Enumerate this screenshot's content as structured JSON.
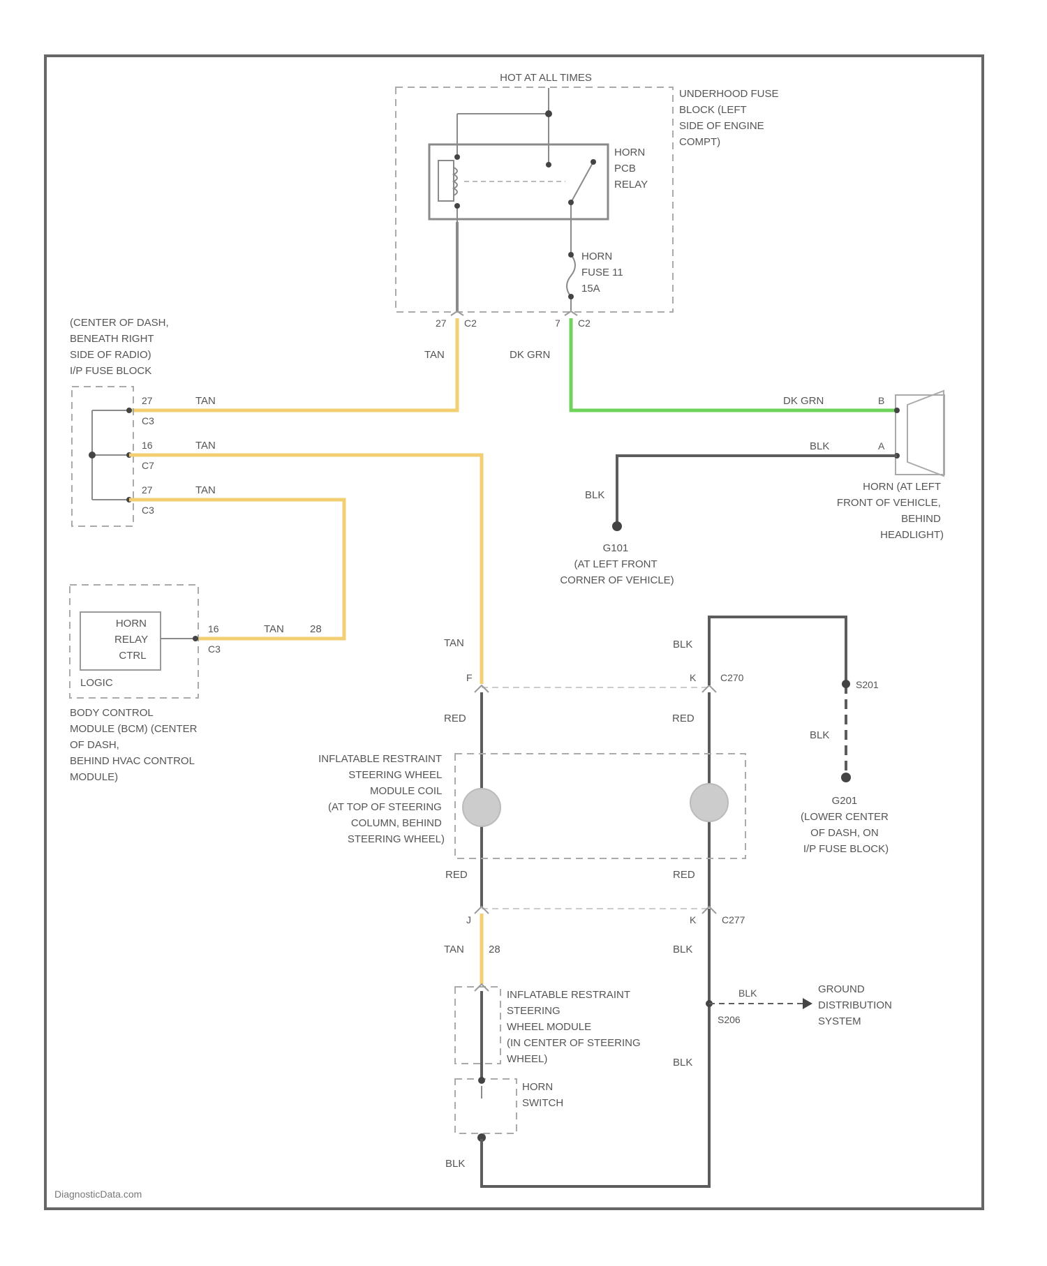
{
  "diagram": {
    "power_label": "HOT AT ALL TIMES",
    "underhood_fuse_block": [
      "UNDERHOOD FUSE",
      "BLOCK (LEFT",
      "SIDE OF ENGINE",
      "COMPT)"
    ],
    "horn_pcb_relay": [
      "HORN",
      "PCB",
      "RELAY"
    ],
    "horn_fuse": [
      "HORN",
      "FUSE 11",
      "15A"
    ],
    "ip_fuse_block": [
      "(CENTER OF DASH,",
      "BENEATH RIGHT",
      "SIDE OF RADIO)",
      "I/P FUSE BLOCK"
    ],
    "horn_relay_ctrl": [
      "HORN",
      "RELAY",
      "CTRL"
    ],
    "logic_label": "LOGIC",
    "bcm": [
      "BODY CONTROL",
      "MODULE (BCM) (CENTER",
      "OF DASH,",
      "BEHIND HVAC CONTROL",
      "MODULE)"
    ],
    "horn": [
      "HORN (AT LEFT",
      "FRONT OF VEHICLE,",
      "BEHIND",
      "HEADLIGHT)"
    ],
    "g101": [
      "G101",
      "(AT LEFT FRONT",
      "CORNER OF VEHICLE)"
    ],
    "coil": [
      "INFLATABLE RESTRAINT",
      "STEERING WHEEL",
      "MODULE COIL",
      "(AT TOP OF STEERING",
      "COLUMN, BEHIND",
      "STEERING WHEEL)"
    ],
    "g201": [
      "G201",
      "(LOWER CENTER",
      "OF DASH, ON",
      "I/P FUSE BLOCK)"
    ],
    "sw_module": [
      "INFLATABLE RESTRAINT",
      "STEERING",
      "WHEEL MODULE",
      "(IN CENTER OF STEERING",
      "WHEEL)"
    ],
    "horn_switch": [
      "HORN",
      "SWITCH"
    ],
    "ground_dist": [
      "GROUND",
      "DISTRIBUTION",
      "SYSTEM"
    ],
    "wire_colors": {
      "tan": "TAN",
      "dk_grn": "DK GRN",
      "blk": "BLK",
      "red": "RED",
      "tan_28": "28"
    },
    "connectors": {
      "c2_left_pin": "27",
      "c2_left": "C2",
      "c2_right_pin": "7",
      "c2_right": "C2",
      "ip_pin1": "27",
      "ip_pin2": "16",
      "ip_pin3": "27",
      "ip_conn1": "C3",
      "ip_conn2": "C7",
      "ip_conn3": "C3",
      "bcm_pin": "16",
      "bcm_conn": "C3",
      "horn_pin_b": "B",
      "horn_pin_a": "A",
      "c270": "C270",
      "c270_pin_left": "F",
      "c270_pin_right": "K",
      "c277": "C277",
      "c277_pin_left": "J",
      "c277_pin_right": "K",
      "s201": "S201",
      "s206": "S206"
    },
    "footer": "DiagnosticData.com"
  },
  "colors": {
    "tan_wire": "#f2cf73",
    "dk_grn_wire": "#6fd35b",
    "blk_wire": "#5c5c5c",
    "red_wire": "#5c5c5c",
    "component_outline": "#aaaaaa"
  }
}
